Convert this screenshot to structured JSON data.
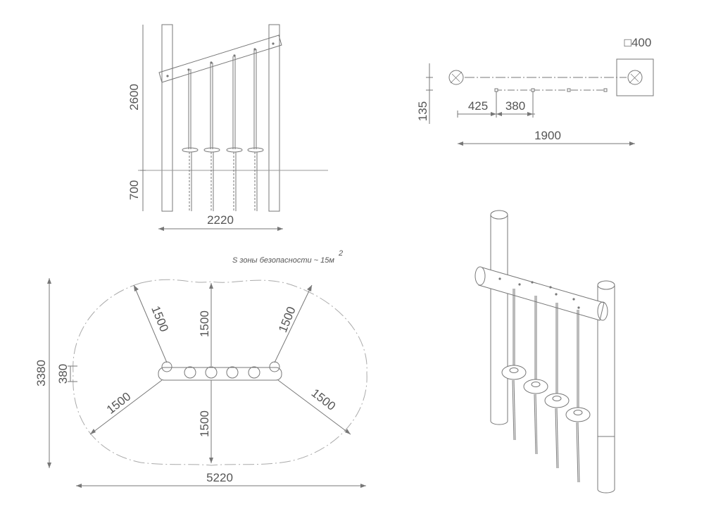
{
  "front_view": {
    "height_above_ground": "2600",
    "depth_below_ground": "700",
    "overall_width": "2220"
  },
  "plan_view": {
    "post_section": "□400",
    "offset": "135",
    "end_spacing": "425",
    "rope_spacing": "380",
    "overall_length": "1900"
  },
  "safety_zone": {
    "area_note": "S зоны безопасности ~ 15м",
    "area_superscript": "2",
    "radius_upper_left": "1500",
    "radius_upper_mid": "1500",
    "radius_upper_right": "1500",
    "radius_lower_left": "1500",
    "radius_lower_mid": "1500",
    "radius_lower_right": "1500",
    "overall_width": "3380",
    "beam_width": "380",
    "overall_length": "5220"
  }
}
